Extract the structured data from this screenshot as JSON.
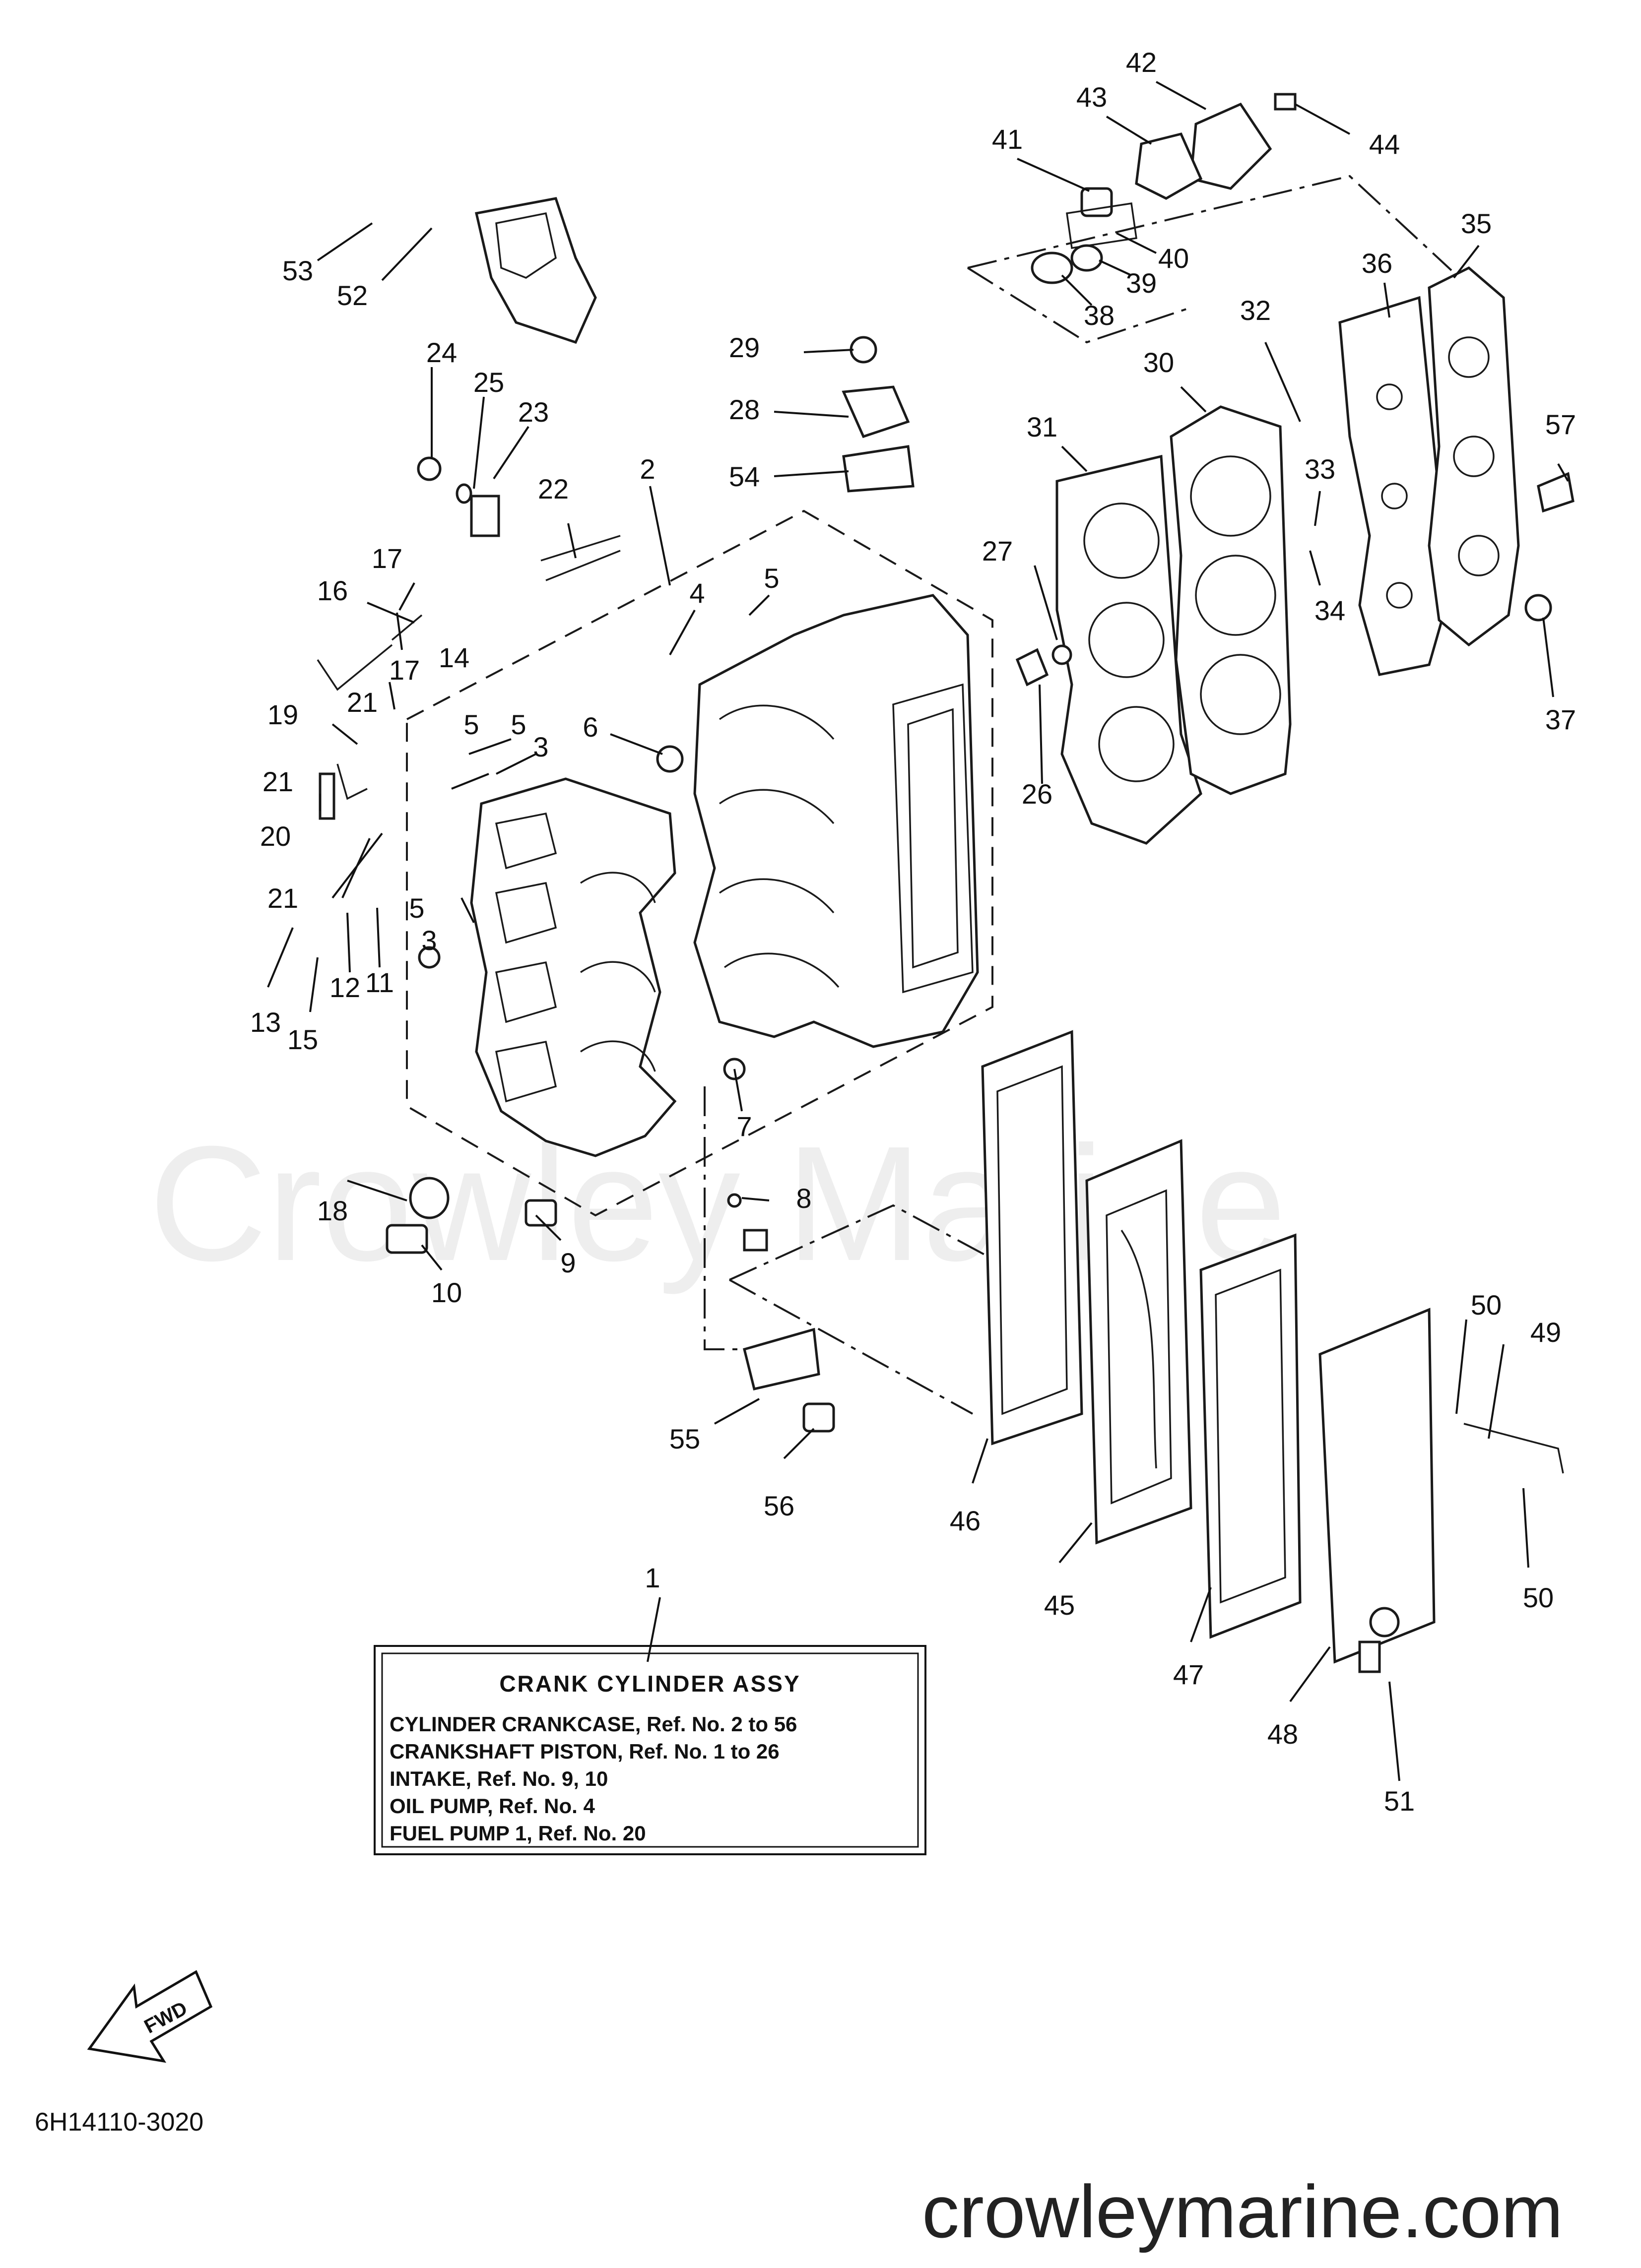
{
  "callouts": [
    "1",
    "2",
    "3",
    "3",
    "4",
    "5",
    "5",
    "5",
    "5",
    "6",
    "7",
    "8",
    "9",
    "10",
    "11",
    "12",
    "13",
    "14",
    "15",
    "16",
    "17",
    "17",
    "18",
    "19",
    "20",
    "21",
    "21",
    "21",
    "22",
    "23",
    "24",
    "25",
    "26",
    "27",
    "28",
    "29",
    "30",
    "31",
    "32",
    "33",
    "34",
    "35",
    "36",
    "37",
    "38",
    "39",
    "40",
    "41",
    "42",
    "43",
    "44",
    "45",
    "46",
    "47",
    "48",
    "49",
    "50",
    "50",
    "51",
    "52",
    "53",
    "54",
    "55",
    "56",
    "57"
  ],
  "assembly_box": {
    "title": "CRANK CYLINDER ASSY",
    "lines": [
      "CYLINDER CRANKCASE,  Ref. No. 2 to 56",
      "CRANKSHAFT PISTON,  Ref. No. 1 to 26",
      "INTAKE,  Ref. No. 9, 10",
      "OIL PUMP,  Ref. No. 4",
      "FUEL PUMP 1,  Ref. No. 20"
    ]
  },
  "fwd_label": "FWD",
  "doc_code": "6H14110-3020",
  "watermark": "Crowley Marine",
  "footer_url": "crowleymarine.com"
}
